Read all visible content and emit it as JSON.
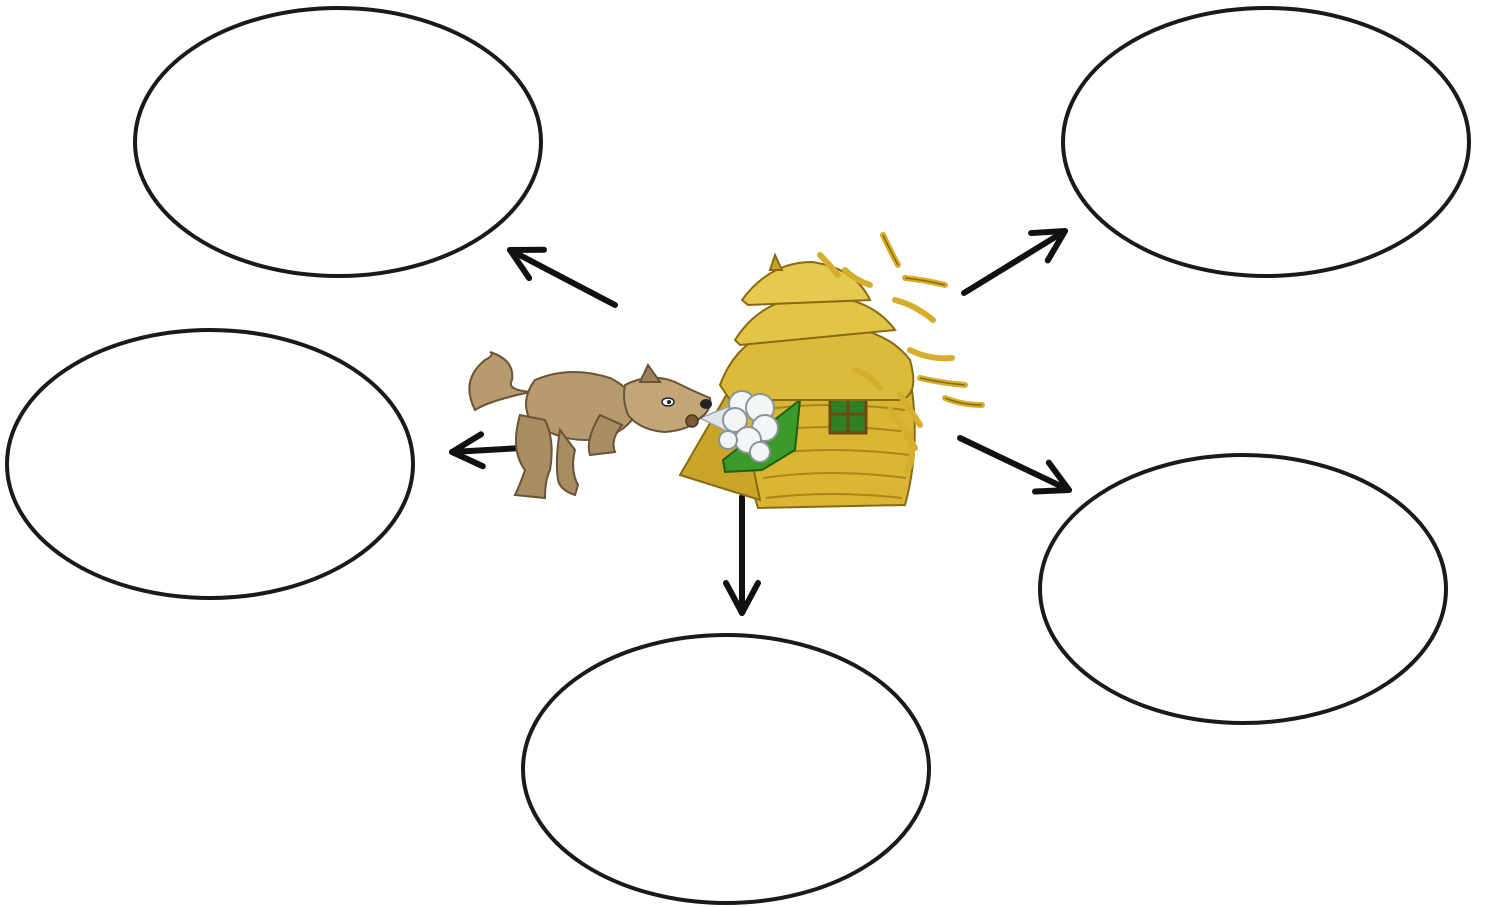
{
  "diagram": {
    "type": "bubble-map",
    "center": {
      "image": "wolf-blowing-straw-house"
    },
    "bubbles": [
      {
        "id": "top-left",
        "text": ""
      },
      {
        "id": "middle-left",
        "text": ""
      },
      {
        "id": "bottom-center",
        "text": ""
      },
      {
        "id": "top-right",
        "text": ""
      },
      {
        "id": "bottom-right",
        "text": ""
      }
    ],
    "colors": {
      "outline": "#1a1a1a",
      "straw": "#d8b533",
      "straw_dark": "#a8841a",
      "door": "#3a9a2a",
      "wolf": "#b79a6e",
      "wolf_dark": "#7a6444",
      "breath": "#e8ecee"
    }
  }
}
